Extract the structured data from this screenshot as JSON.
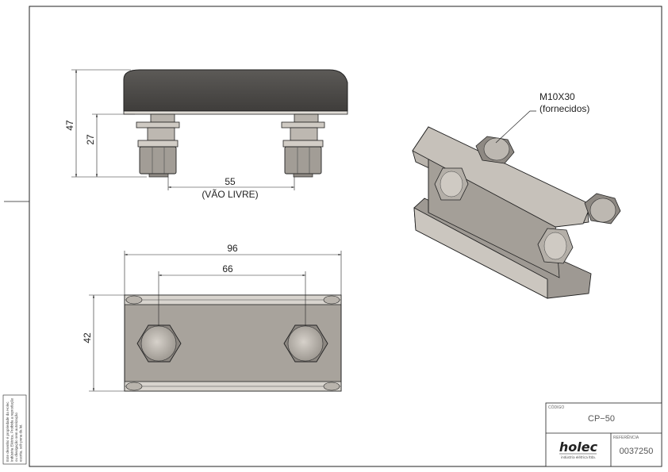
{
  "views": {
    "front": {
      "dim_overall_height": "47",
      "dim_lower_height": "27",
      "dim_free_span": "55",
      "dim_free_span_note": "(VÃO LIVRE)"
    },
    "top": {
      "dim_overall_width": "96",
      "dim_hole_spacing": "66",
      "dim_depth": "42"
    },
    "iso": {
      "callout_line1": "M10X30",
      "callout_line2": "(fornecidos)"
    }
  },
  "title_block": {
    "code_label": "CÓDIGO",
    "code_value": "CP−50",
    "brand": "holec",
    "brand_sub": "indústria elétrica ltda.",
    "ref_label": "REFERÊNCIA",
    "ref_value": "0037250"
  },
  "notice": {
    "line1": "Este desenho é propriedade da Holec",
    "line2": "Indústria Elétrica. Proibida a reprodução",
    "line3": "ou divulgação sem autorização",
    "line4": "escrita, sob pena da lei."
  },
  "colors": {
    "line": "#222222",
    "body_dark": "#4f4d4b",
    "metal_light": "#c9c4bd",
    "metal_mid": "#a39e97",
    "metal_dark": "#6f6b66"
  }
}
